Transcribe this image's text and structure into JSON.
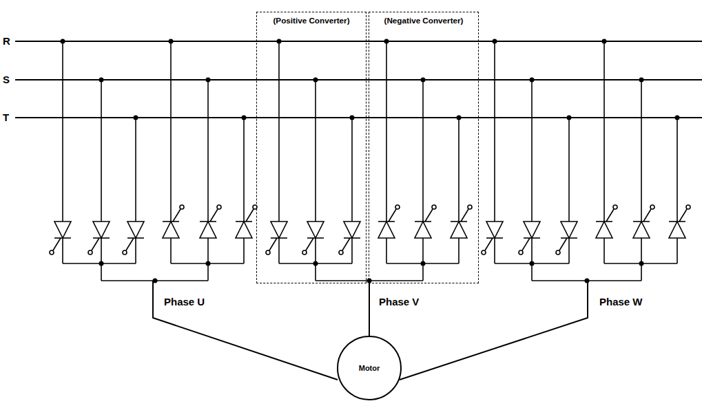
{
  "diagram": {
    "nodes": [
      {
        "text": [
          "(Positive Converter)"
        ]
      },
      {
        "text": [
          "(Negative Converter)"
        ]
      },
      {
        "text": [
          "Motor"
        ]
      }
    ],
    "labels": [
      "R",
      "S",
      "T",
      "Phase U",
      "Phase V",
      "Phase W"
    ]
  }
}
